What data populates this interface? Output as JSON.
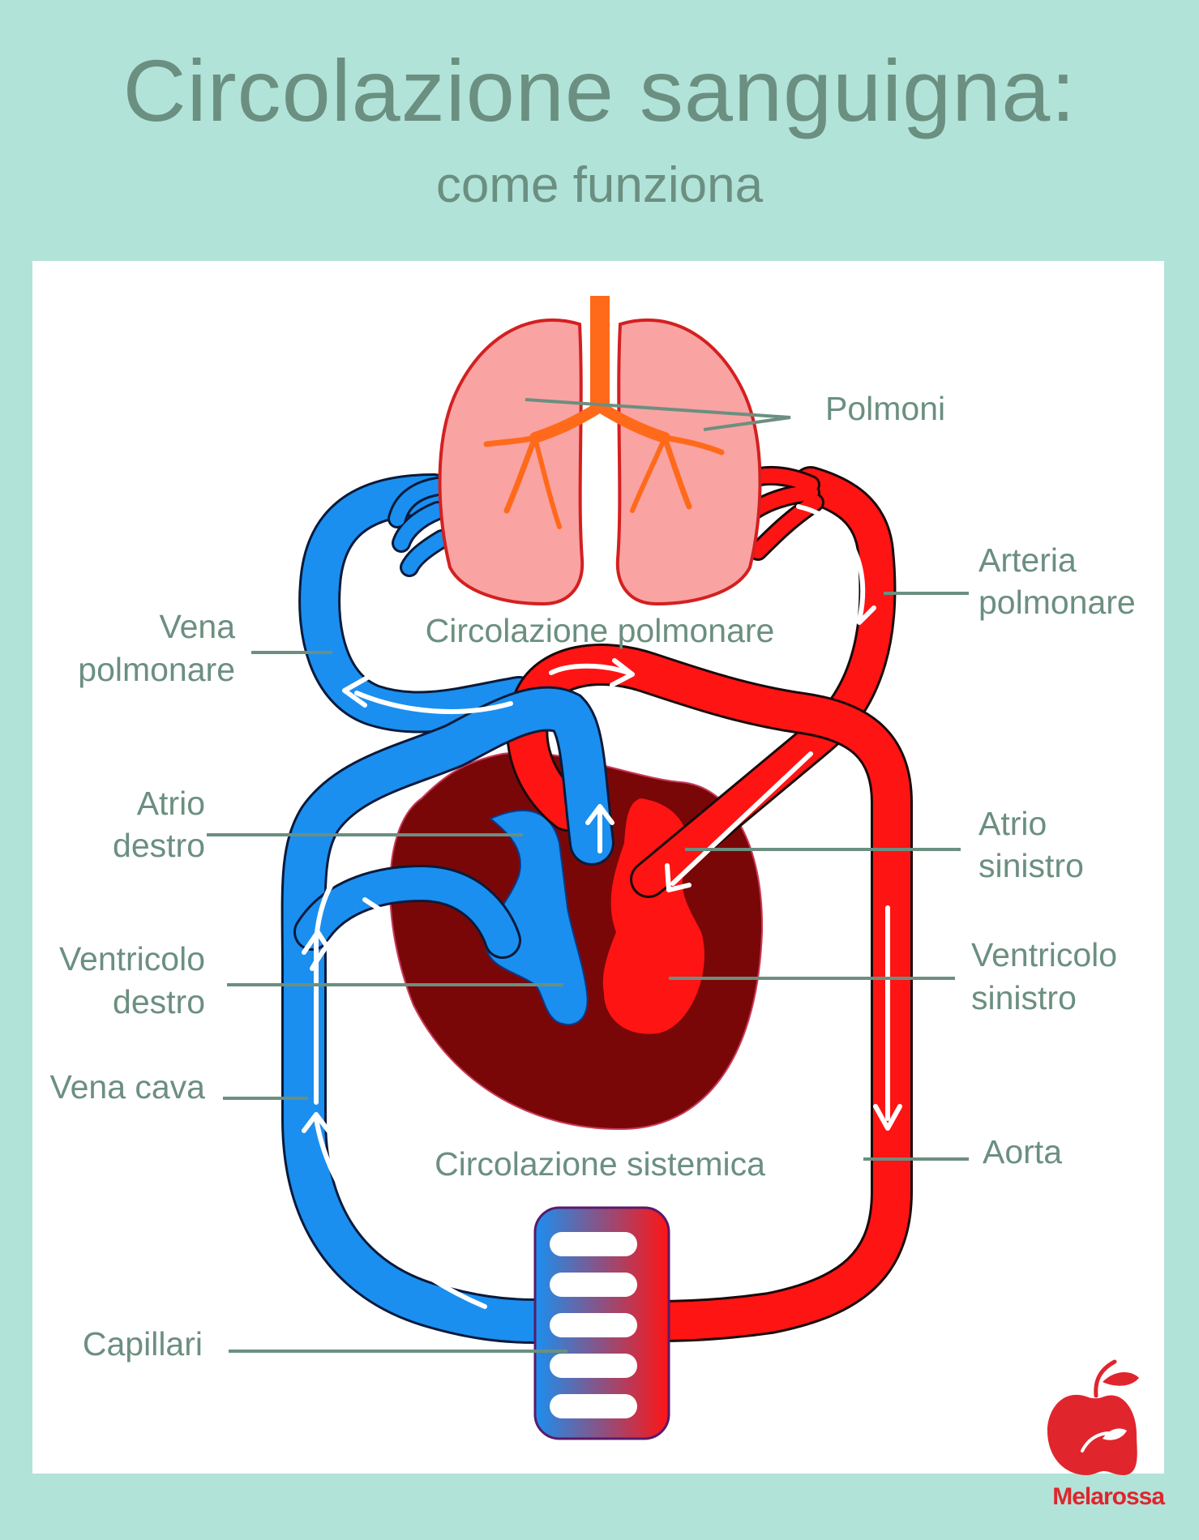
{
  "header": {
    "title": "Circolazione sanguigna:",
    "subtitle": "come funziona"
  },
  "labels": {
    "polmoni": "Polmoni",
    "arteria_polmonare_1": "Arteria",
    "arteria_polmonare_2": "polmonare",
    "vena_polmonare_1": "Vena",
    "vena_polmonare_2": "polmonare",
    "circolazione_polmonare": "Circolazione polmonare",
    "atrio_destro_1": "Atrio",
    "atrio_destro_2": "destro",
    "atrio_sinistro_1": "Atrio",
    "atrio_sinistro_2": "sinistro",
    "ventricolo_destro_1": "Ventricolo",
    "ventricolo_destro_2": "destro",
    "ventricolo_sinistro_1": "Ventricolo",
    "ventricolo_sinistro_2": "sinistro",
    "vena_cava": "Vena cava",
    "aorta": "Aorta",
    "circolazione_sistemica": "Circolazione sistemica",
    "capillari": "Capillari"
  },
  "brand": {
    "name": "Melarossa",
    "logo_icon": "apple-logo-icon"
  },
  "colors": {
    "background": "#b1e3d9",
    "panel": "#ffffff",
    "text": "#6b8f80",
    "vein_blue": "#1a8ff0",
    "artery_red": "#ff1414",
    "heart_dark": "#7a0707",
    "lung_pink": "#f9a3a3",
    "brand_red": "#e0252d"
  }
}
